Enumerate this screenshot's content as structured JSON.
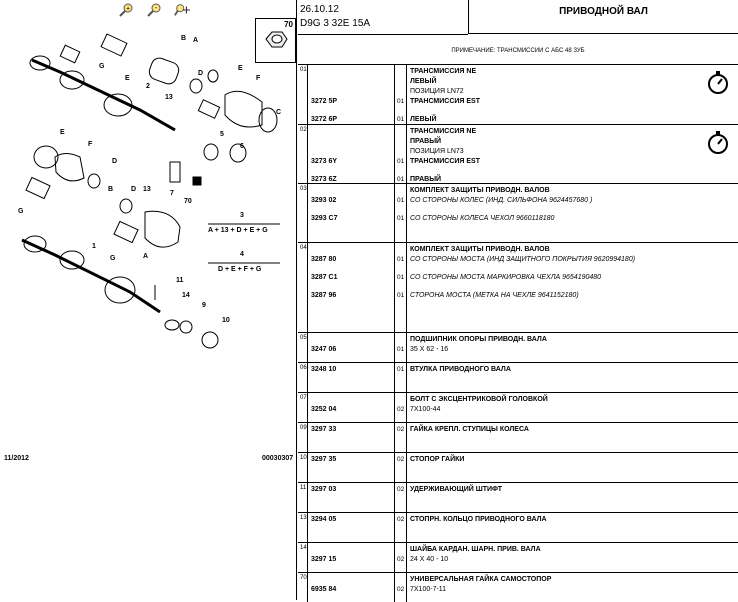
{
  "header": {
    "date": "26.10.12",
    "model": "D9G 3 32E 15A",
    "title": "ПРИВОДНОЙ ВАЛ"
  },
  "note": "ПРИМЕЧАНИЕ: ТРАНСМИССИИ С АБС 48 ЗУБ",
  "diagram": {
    "inset_label": "70",
    "footer_left": "11/2012",
    "footer_right": "00030307",
    "formula3": {
      "num": "3",
      "expr": "A + 13 + D + E + G"
    },
    "formula4": {
      "num": "4",
      "expr": "D + E + F + G"
    },
    "callouts": [
      "A",
      "G",
      "B",
      "E",
      "13",
      "D",
      "2",
      "F",
      "E",
      "5",
      "6",
      "C",
      "E",
      "F",
      "D",
      "G",
      "B",
      "13",
      "7",
      "70",
      "D",
      "A",
      "G",
      "1",
      "11",
      "14",
      "9",
      "10"
    ]
  },
  "rows": [
    {
      "pos": "01",
      "timer": true,
      "lines": [
        {
          "ref": "3272 5P",
          "qty": "01",
          "desc": [
            {
              "t": "ТРАНСМИССИЯ NE",
              "s": "b"
            },
            {
              "t": "ЛЕВЫЙ",
              "s": "b"
            },
            {
              "t": "ПОЗИЦИЯ LN72",
              "s": ""
            },
            {
              "t": "ТРАНСМИССИЯ EST",
              "s": "b"
            }
          ]
        },
        {
          "ref": "3272 6P",
          "qty": "01",
          "desc": [
            {
              "t": "ЛЕВЫЙ",
              "s": "b"
            }
          ]
        }
      ]
    },
    {
      "pos": "02",
      "timer": true,
      "lines": [
        {
          "ref": "3273 6Y",
          "qty": "01",
          "desc": [
            {
              "t": "ТРАНСМИССИЯ NE",
              "s": "b"
            },
            {
              "t": "ПРАВЫЙ",
              "s": "b"
            },
            {
              "t": "ПОЗИЦИЯ LN73",
              "s": ""
            },
            {
              "t": "ТРАНСМИССИЯ EST",
              "s": "b"
            }
          ]
        },
        {
          "ref": "3273 6Z",
          "qty": "01",
          "desc": [
            {
              "t": "ПРАВЫЙ",
              "s": "b"
            }
          ]
        }
      ]
    },
    {
      "pos": "03",
      "lines": [
        {
          "ref": "3293 02",
          "qty": "01",
          "desc": [
            {
              "t": "КОМПЛЕКТ ЗАЩИТЫ ПРИВОДН. ВАЛОВ",
              "s": "b"
            },
            {
              "t": "СО СТОРОНЫ КОЛЕС (ИНД. СИЛЬФОНА 9624457680 )",
              "s": "i"
            }
          ]
        },
        {
          "ref": "3293 C7",
          "qty": "01",
          "desc": [
            {
              "t": "СО СТОРОНЫ КОЛЕСА ЧЕХОЛ 9660118180",
              "s": "i"
            }
          ]
        }
      ]
    },
    {
      "pos": "04",
      "lines": [
        {
          "ref": "3287 80",
          "qty": "01",
          "desc": [
            {
              "t": "КОМПЛЕКТ ЗАЩИТЫ ПРИВОДН. ВАЛОВ",
              "s": "b"
            },
            {
              "t": "СО СТОРОНЫ МОСТА (ИНД ЗАЩИТНОГО ПОКРЫТИЯ 9620994180)",
              "s": "i"
            }
          ]
        },
        {
          "ref": "3287 C1",
          "qty": "01",
          "desc": [
            {
              "t": "СО СТОРОНЫ МОСТА МАРКИРОВКА ЧЕХЛА 9654190480",
              "s": "i"
            }
          ]
        },
        {
          "ref": "3287 96",
          "qty": "01",
          "desc": [
            {
              "t": "СТОРОНА МОСТА (МЕТКА НА ЧЕХЛЕ 9641152180)",
              "s": "i"
            }
          ]
        }
      ]
    },
    {
      "pos": "05",
      "lines": [
        {
          "ref": "3247 06",
          "qty": "01",
          "desc": [
            {
              "t": "ПОДШИПНИК ОПОРЫ ПРИВОДН. ВАЛА",
              "s": "b"
            },
            {
              "t": "35 X 62 - 16",
              "s": ""
            }
          ]
        }
      ]
    },
    {
      "pos": "06",
      "lines": [
        {
          "ref": "3248 10",
          "qty": "01",
          "desc": [
            {
              "t": "ВТУЛКА ПРИВОДНОГО ВАЛА",
              "s": "b"
            }
          ]
        }
      ]
    },
    {
      "pos": "07",
      "lines": [
        {
          "ref": "3252 04",
          "qty": "02",
          "desc": [
            {
              "t": "БОЛТ С ЭКСЦЕНТРИКОВОЙ ГОЛОВКОЙ",
              "s": "b"
            },
            {
              "t": "7X100-44",
              "s": ""
            }
          ]
        }
      ]
    },
    {
      "pos": "09",
      "lines": [
        {
          "ref": "3297 33",
          "qty": "02",
          "desc": [
            {
              "t": "ГАЙКА КРЕПЛ. СТУПИЦЫ КОЛЕСА",
              "s": "b"
            }
          ]
        }
      ]
    },
    {
      "pos": "10",
      "lines": [
        {
          "ref": "3297 35",
          "qty": "02",
          "desc": [
            {
              "t": "СТОПОР ГАЙКИ",
              "s": "b"
            }
          ]
        }
      ]
    },
    {
      "pos": "11",
      "lines": [
        {
          "ref": "3297 03",
          "qty": "02",
          "desc": [
            {
              "t": "УДЕРЖИВАЮЩИЙ ШТИФТ",
              "s": "b"
            }
          ]
        }
      ]
    },
    {
      "pos": "13",
      "lines": [
        {
          "ref": "3294 05",
          "qty": "02",
          "desc": [
            {
              "t": "СТОПРН. КОЛЬЦО ПРИВОДНОГО ВАЛА",
              "s": "b"
            }
          ]
        }
      ]
    },
    {
      "pos": "14",
      "lines": [
        {
          "ref": "3297 15",
          "qty": "02",
          "desc": [
            {
              "t": "ШАЙБА КАРДАН. ШАРН. ПРИВ. ВАЛА",
              "s": "b"
            },
            {
              "t": "24 X 40 - 10",
              "s": ""
            }
          ]
        }
      ]
    },
    {
      "pos": "70",
      "lines": [
        {
          "ref": "6935 84",
          "qty": "02",
          "desc": [
            {
              "t": "УНИВЕРСАЛЬНАЯ ГАЙКА САМОСТОПОР",
              "s": "b"
            },
            {
              "t": "7X100-7-11",
              "s": ""
            }
          ]
        }
      ]
    }
  ]
}
